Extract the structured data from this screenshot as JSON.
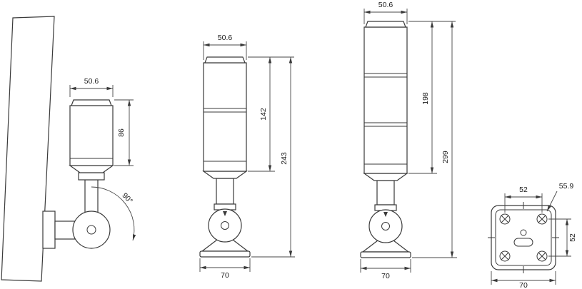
{
  "page": {
    "background": "#ffffff",
    "line_color": "#3a3a3a"
  },
  "views": {
    "wall": {
      "width": "50.6",
      "body_height": "86",
      "swivel_angle": "90°"
    },
    "tower2": {
      "width": "50.6",
      "module_height": "142",
      "total_height": "243",
      "base_width": "70"
    },
    "tower3": {
      "width": "50.6",
      "module_height": "198",
      "total_height": "299",
      "base_width": "70"
    },
    "base": {
      "hole_spacing_x": "52",
      "corner_dim": "55.9",
      "hole_spacing_y": "52",
      "width": "70"
    }
  }
}
